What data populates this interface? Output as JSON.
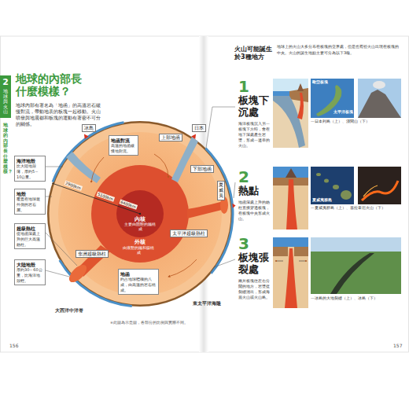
{
  "diagram": {
    "title": "地球的內部長什麼模樣？",
    "nodes": [
      {
        "text": [
          "2",
          "地球與火山"
        ]
      },
      {
        "text": [
          "海洋地殼",
          "比大陸地殼薄，厚約5～10公里。"
        ]
      },
      {
        "text": [
          "地殼",
          "覆蓋在地球最外側的岩石層。"
        ]
      },
      {
        "text": [
          "超級熱柱",
          "從地函深處上升的巨大高溫熱柱。"
        ]
      },
      {
        "text": [
          "大陸地殼",
          "厚約30～60公里，比海洋地殼輕。"
        ]
      },
      {
        "text": [
          "冰島"
        ]
      },
      {
        "text": [
          "地函對流",
          "高溫的地函緩慢地對流。"
        ]
      },
      {
        "text": [
          "上部地函"
        ]
      },
      {
        "text": [
          "日本"
        ]
      },
      {
        "text": [
          "下部地函"
        ]
      },
      {
        "text": [
          "內核",
          "主要由固態的鐵構成"
        ]
      },
      {
        "text": [
          "非洲超級熱柱"
        ]
      },
      {
        "text": [
          "太平洋超級熱柱"
        ]
      },
      {
        "text": [
          "外核",
          "由液態的鐵和鎳構成"
        ]
      },
      {
        "text": [
          "地函",
          "約占地球體積的八成，由高溫的岩石構成。"
        ]
      },
      {
        "text": [
          "夏威夷"
        ]
      },
      {
        "text": [
          "1",
          "板塊下沉處",
          "海洋板塊沉入另一板塊下方時，會在地下深處產生岩漿，形成一連串的火山。"
        ]
      },
      {
        "text": [
          "2",
          "熱點",
          "地函深處上升的熱柱直接穿過板塊，在板塊中央形成火山。"
        ]
      },
      {
        "text": [
          "3",
          "板塊張裂處",
          "兩片板塊往左右分開的地方，岩漿從裂縫湧出，形成海底火山或火山島。"
        ]
      }
    ],
    "labels": [
      "地球內部有著名為「地函」的高溫岩石緩慢對流，帶動地表的板塊一起移動。火山噴發與地震都和板塊的運動有著密不可分的關係。",
      "地球的內部長什麼模樣？",
      "6400km",
      "5100km",
      "2900km",
      "大西洋中洋脊",
      "東太平洋海隆",
      "※此圖為示意圖，各部分的比例與實際不同。",
      "156",
      "火山可能誕生於3種地方",
      "地球上的火山大多分布在板塊的交界處，但是也有些火山出現在板塊的中央。火山的誕生地點主要可分為以下3種。",
      "歐亞板塊",
      "太平洋板塊",
      "一日本列島（上）、淺間山（下）",
      "夏威夷群島",
      "一夏威夷群島（上）、基拉韋厄火山（下）",
      "一冰島的大地裂縫（上）、冰島（下）",
      "157"
    ]
  }
}
